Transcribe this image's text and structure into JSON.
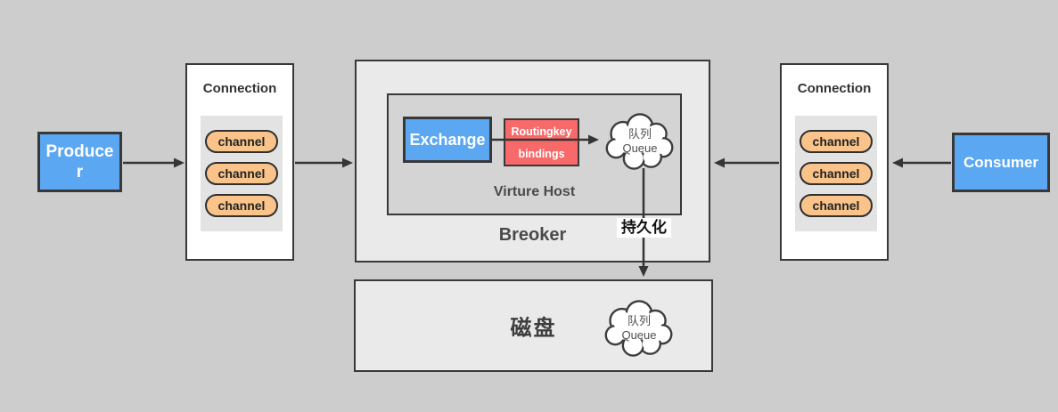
{
  "diagram": {
    "producer": {
      "label": "Producer"
    },
    "consumer": {
      "label": "Consumer"
    },
    "left_connection": {
      "title": "Connection",
      "channels": [
        "channel",
        "channel",
        "channel"
      ]
    },
    "right_connection": {
      "title": "Connection",
      "channels": [
        "channel",
        "channel",
        "channel"
      ]
    },
    "broker": {
      "label": "Breoker",
      "persistence_label": "持久化",
      "virtual_host": {
        "label": "Virture Host",
        "exchange_label": "Exchange",
        "binding_row1": "Routingkey",
        "binding_row2": "bindings",
        "queue_cloud_line1": "队列",
        "queue_cloud_line2": "Queue"
      }
    },
    "disk": {
      "label": "磁盘",
      "queue_cloud_line1": "队列",
      "queue_cloud_line2": "Queue"
    },
    "colors": {
      "background": "#cdcdcd",
      "node_blue": "#5BA7F2",
      "binding_red": "#F8696A",
      "channel_orange": "#F9C38A",
      "border_dark": "#383838",
      "broker_fill": "#EAEAEA",
      "virtual_host_fill": "#D4D4D4",
      "channel_panel_fill": "#E3E3E3",
      "cloud_fill": "#FFFFFF"
    }
  }
}
